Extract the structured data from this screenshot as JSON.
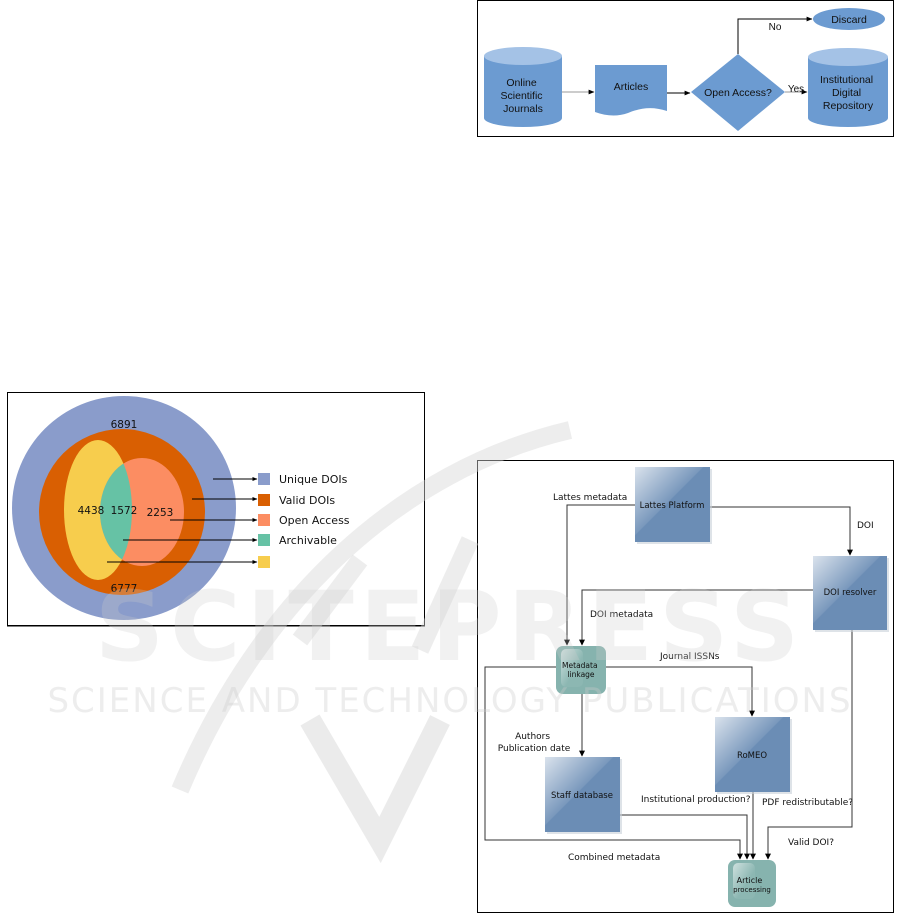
{
  "watermark": {
    "brand": "SCITEPRESS",
    "tagline": "SCIENCE AND TECHNOLOGY PUBLICATIONS"
  },
  "flowchart_top": {
    "nodes": {
      "source": [
        "Online",
        "Scientific",
        "Journals"
      ],
      "articles": "Articles",
      "decision": "Open Access?",
      "discard": "Discard",
      "repository": [
        "Institutional",
        "Digital",
        "Repository"
      ]
    },
    "edges": {
      "no": "No",
      "yes": "Yes"
    },
    "colors": {
      "fill": "#6c9bd1",
      "cylinder_top": "#a4c2e6",
      "stroke": "#000000"
    }
  },
  "venn": {
    "labels": {
      "unique_total": "6891",
      "valid_total": "6777",
      "left_only": "4438",
      "intersection": "1572",
      "right_only": "2253"
    },
    "legend": [
      {
        "label": "Unique DOIs",
        "color": "#8a9ccb"
      },
      {
        "label": "Valid DOIs",
        "color": "#d95f02"
      },
      {
        "label": "Open Access",
        "color": "#fc8d62"
      },
      {
        "label": "Archivable",
        "color": "#66c2a5"
      },
      {
        "label": "",
        "color": "#f7cd4d"
      }
    ]
  },
  "flowchart_bottom": {
    "nodes": {
      "lattes": "Lattes Platform",
      "doi_resolver": "DOI resolver",
      "metadata_linkage": [
        "Metadata",
        "linkage"
      ],
      "romeo": "RoMEO",
      "staff_db": "Staff database",
      "article_processing": [
        "Article",
        "processing"
      ]
    },
    "edges": {
      "lattes_metadata": "Lattes metadata",
      "doi": "DOI",
      "doi_metadata": "DOI metadata",
      "journal_issns": "Journal ISSNs",
      "authors": [
        "Authors",
        "Publication date"
      ],
      "institutional_production": "Institutional production?",
      "pdf_redistributable": "PDF redistributable?",
      "valid_doi": "Valid DOI?",
      "combined_metadata": "Combined metadata"
    },
    "colors": {
      "box": "#6b8db5",
      "teal": "#86b3ae"
    }
  }
}
